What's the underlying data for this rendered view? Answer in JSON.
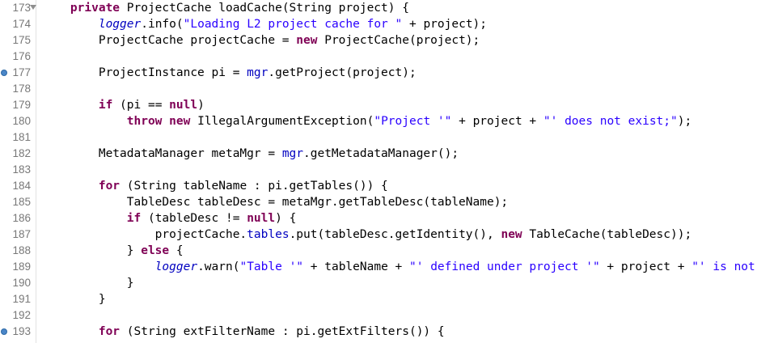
{
  "lines": [
    {
      "num": "173",
      "fold": true,
      "marker": false,
      "tokens": [
        {
          "t": "    "
        },
        {
          "t": "private",
          "c": "kw"
        },
        {
          "t": " ProjectCache loadCache(String project) {"
        }
      ]
    },
    {
      "num": "174",
      "tokens": [
        {
          "t": "        "
        },
        {
          "t": "logger",
          "c": "sf"
        },
        {
          "t": ".info("
        },
        {
          "t": "\"Loading L2 project cache for \"",
          "c": "str"
        },
        {
          "t": " + project);"
        }
      ]
    },
    {
      "num": "175",
      "tokens": [
        {
          "t": "        ProjectCache projectCache = "
        },
        {
          "t": "new",
          "c": "kw"
        },
        {
          "t": " ProjectCache(project);"
        }
      ]
    },
    {
      "num": "176",
      "tokens": []
    },
    {
      "num": "177",
      "marker": true,
      "tokens": [
        {
          "t": "        ProjectInstance pi = "
        },
        {
          "t": "mgr",
          "c": "fld"
        },
        {
          "t": ".getProject(project);"
        }
      ]
    },
    {
      "num": "178",
      "tokens": []
    },
    {
      "num": "179",
      "tokens": [
        {
          "t": "        "
        },
        {
          "t": "if",
          "c": "kw"
        },
        {
          "t": " (pi == "
        },
        {
          "t": "null",
          "c": "kw"
        },
        {
          "t": ")"
        }
      ]
    },
    {
      "num": "180",
      "tokens": [
        {
          "t": "            "
        },
        {
          "t": "throw",
          "c": "kw"
        },
        {
          "t": " "
        },
        {
          "t": "new",
          "c": "kw"
        },
        {
          "t": " IllegalArgumentException("
        },
        {
          "t": "\"Project '\"",
          "c": "str"
        },
        {
          "t": " + project + "
        },
        {
          "t": "\"' does not exist;\"",
          "c": "str"
        },
        {
          "t": ");"
        }
      ]
    },
    {
      "num": "181",
      "tokens": []
    },
    {
      "num": "182",
      "tokens": [
        {
          "t": "        MetadataManager metaMgr = "
        },
        {
          "t": "mgr",
          "c": "fld"
        },
        {
          "t": ".getMetadataManager();"
        }
      ]
    },
    {
      "num": "183",
      "tokens": []
    },
    {
      "num": "184",
      "tokens": [
        {
          "t": "        "
        },
        {
          "t": "for",
          "c": "kw"
        },
        {
          "t": " (String tableName : pi.getTables()) {"
        }
      ]
    },
    {
      "num": "185",
      "tokens": [
        {
          "t": "            TableDesc tableDesc = metaMgr.getTableDesc(tableName);"
        }
      ]
    },
    {
      "num": "186",
      "tokens": [
        {
          "t": "            "
        },
        {
          "t": "if",
          "c": "kw"
        },
        {
          "t": " (tableDesc != "
        },
        {
          "t": "null",
          "c": "kw"
        },
        {
          "t": ") {"
        }
      ]
    },
    {
      "num": "187",
      "tokens": [
        {
          "t": "                projectCache."
        },
        {
          "t": "tables",
          "c": "fld"
        },
        {
          "t": ".put(tableDesc.getIdentity(), "
        },
        {
          "t": "new",
          "c": "kw"
        },
        {
          "t": " TableCache(tableDesc));"
        }
      ]
    },
    {
      "num": "188",
      "tokens": [
        {
          "t": "            } "
        },
        {
          "t": "else",
          "c": "kw"
        },
        {
          "t": " {"
        }
      ]
    },
    {
      "num": "189",
      "tokens": [
        {
          "t": "                "
        },
        {
          "t": "logger",
          "c": "sf"
        },
        {
          "t": ".warn("
        },
        {
          "t": "\"Table '\"",
          "c": "str"
        },
        {
          "t": " + tableName + "
        },
        {
          "t": "\"' defined under project '\"",
          "c": "str"
        },
        {
          "t": " + project + "
        },
        {
          "t": "\"' is not found\"",
          "c": "str"
        },
        {
          "t": ");"
        }
      ]
    },
    {
      "num": "190",
      "tokens": [
        {
          "t": "            }"
        }
      ]
    },
    {
      "num": "191",
      "tokens": [
        {
          "t": "        }"
        }
      ]
    },
    {
      "num": "192",
      "tokens": []
    },
    {
      "num": "193",
      "marker": true,
      "tokens": [
        {
          "t": "        "
        },
        {
          "t": "for",
          "c": "kw"
        },
        {
          "t": " (String extFilterName : pi.getExtFilters()) {"
        }
      ]
    }
  ]
}
